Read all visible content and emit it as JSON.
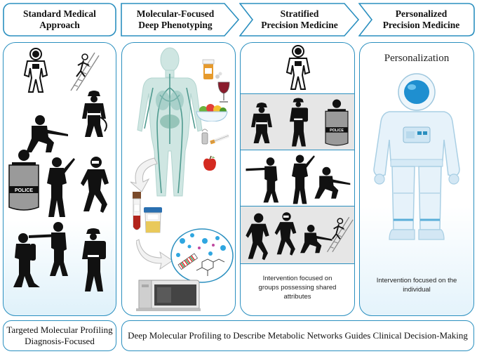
{
  "headers": [
    {
      "text": "Standard Medical\nApproach"
    },
    {
      "text": "Molecular-Focused\nDeep Phenotyping"
    },
    {
      "text": "Stratified\nPrecision Medicine"
    },
    {
      "text": "Personalized\nPrecision Medicine"
    }
  ],
  "panel4": {
    "title": "Personalization",
    "caption": "Intervention focused on the\nindividual"
  },
  "panel3": {
    "caption": "Intervention focused on\ngroups possessing shared\nattributes"
  },
  "police_label": "POLICE",
  "bottom": {
    "left": "Targeted Molecular Profiling\nDiagnosis-Focused",
    "right": "Deep Molecular Profiling to Describe Metabolic Networks Guides Clinical Decision-Making"
  },
  "colors": {
    "accent": "#2a8fbf",
    "band_gray": "#e6e6e6",
    "silhouette": "#111111",
    "body_teal": "#4f9a8f"
  },
  "icons": [
    "astronaut-icon",
    "climber-icon",
    "firefighter-icon",
    "soldier-icon",
    "police-shield-icon",
    "diver-icon",
    "runner-icon",
    "human-body-icon",
    "pill-bottle-icon",
    "wine-glass-icon",
    "salad-bowl-icon",
    "cigarette-icon",
    "apple-icon",
    "arrow-icon",
    "test-tube-icon",
    "specimen-cup-icon",
    "molecule-network-icon",
    "mass-spectrometer-icon"
  ]
}
